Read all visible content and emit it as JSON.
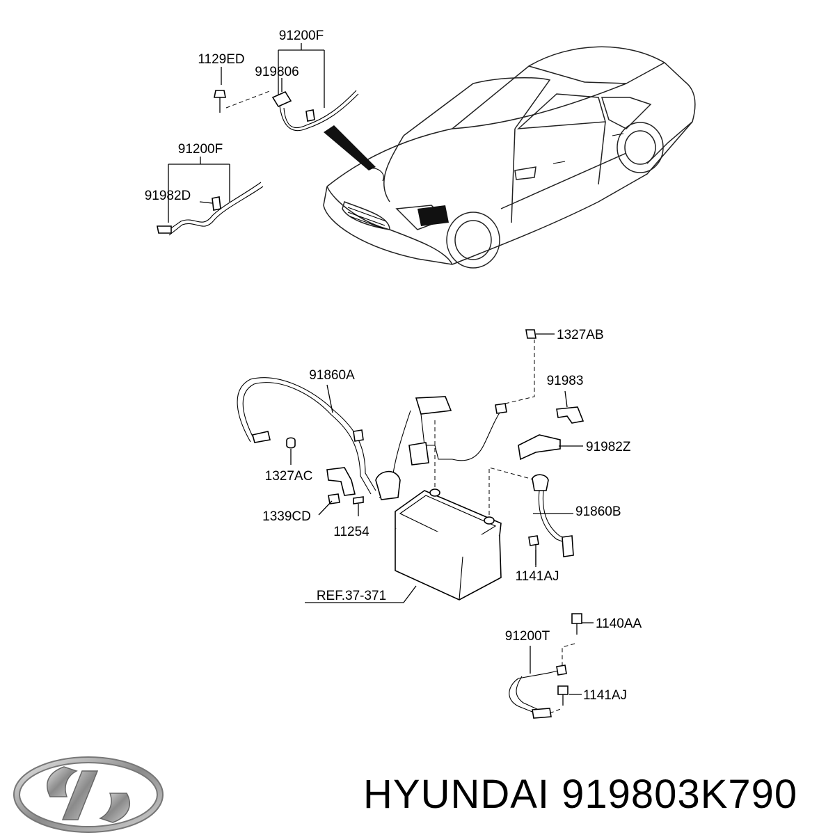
{
  "callouts": {
    "p91200F_top": "91200F",
    "p1129ED": "1129ED",
    "p919806": "919806",
    "p91200F_mid": "91200F",
    "p91982D": "91982D",
    "p1327AB": "1327AB",
    "p91860A": "91860A",
    "p91983": "91983",
    "p91982Z": "91982Z",
    "p1327AC": "1327AC",
    "p1339CD": "1339CD",
    "p11254": "11254",
    "p91860B": "91860B",
    "p1141AJ_a": "1141AJ",
    "ref": "REF.37-371",
    "p1140AA": "1140AA",
    "p91200T": "91200T",
    "p1141AJ_b": "1141AJ"
  },
  "footer": {
    "brand": "HYUNDAI",
    "part_number": "919803K790"
  }
}
